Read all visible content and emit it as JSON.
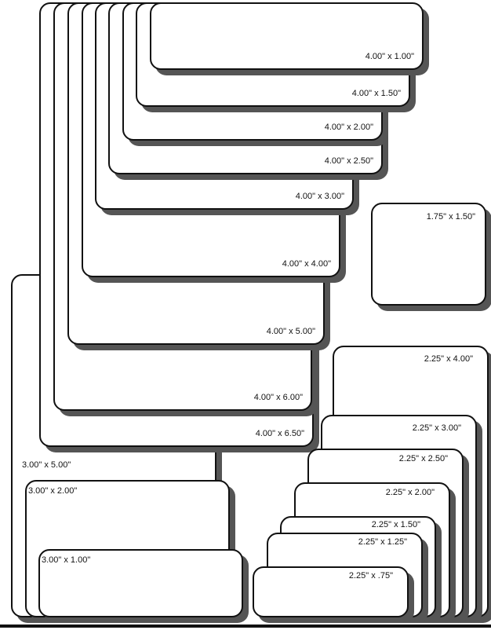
{
  "cards": [
    {
      "id": "3x5",
      "label": "3.00\" x 5.00\""
    },
    {
      "id": "4x6-5",
      "label": "4.00\" x 6.50\""
    },
    {
      "id": "4x6",
      "label": "4.00\" x 6.00\""
    },
    {
      "id": "4x5",
      "label": "4.00\" x 5.00\""
    },
    {
      "id": "4x4",
      "label": "4.00\" x 4.00\""
    },
    {
      "id": "4x3",
      "label": "4.00\" x 3.00\""
    },
    {
      "id": "4x2-5",
      "label": "4.00\" x 2.50\""
    },
    {
      "id": "4x2",
      "label": "4.00\" x 2.00\""
    },
    {
      "id": "4x1-5",
      "label": "4.00\" x 1.50\""
    },
    {
      "id": "4x1",
      "label": "4.00\" x 1.00\""
    },
    {
      "id": "1-75x1-5",
      "label": "1.75\" x 1.50\""
    },
    {
      "id": "3x2",
      "label": "3.00\" x 2.00\""
    },
    {
      "id": "3x1",
      "label": "3.00\" x 1.00\""
    },
    {
      "id": "2-25x4",
      "label": "2.25\" x 4.00\""
    },
    {
      "id": "2-25x3",
      "label": "2.25\" x 3.00\""
    },
    {
      "id": "2-25x2-5",
      "label": "2.25\" x 2.50\""
    },
    {
      "id": "2-25x2",
      "label": "2.25\" x 2.00\""
    },
    {
      "id": "2-25x1-5",
      "label": "2.25\" x 1.50\""
    },
    {
      "id": "2-25x1-25",
      "label": "2.25\" x 1.25\""
    },
    {
      "id": "2-25x-75",
      "label": "2.25\" x .75\""
    }
  ],
  "colors": {
    "outline": "#111111",
    "shadow": "#555555",
    "card_fill": "#ffffff"
  }
}
